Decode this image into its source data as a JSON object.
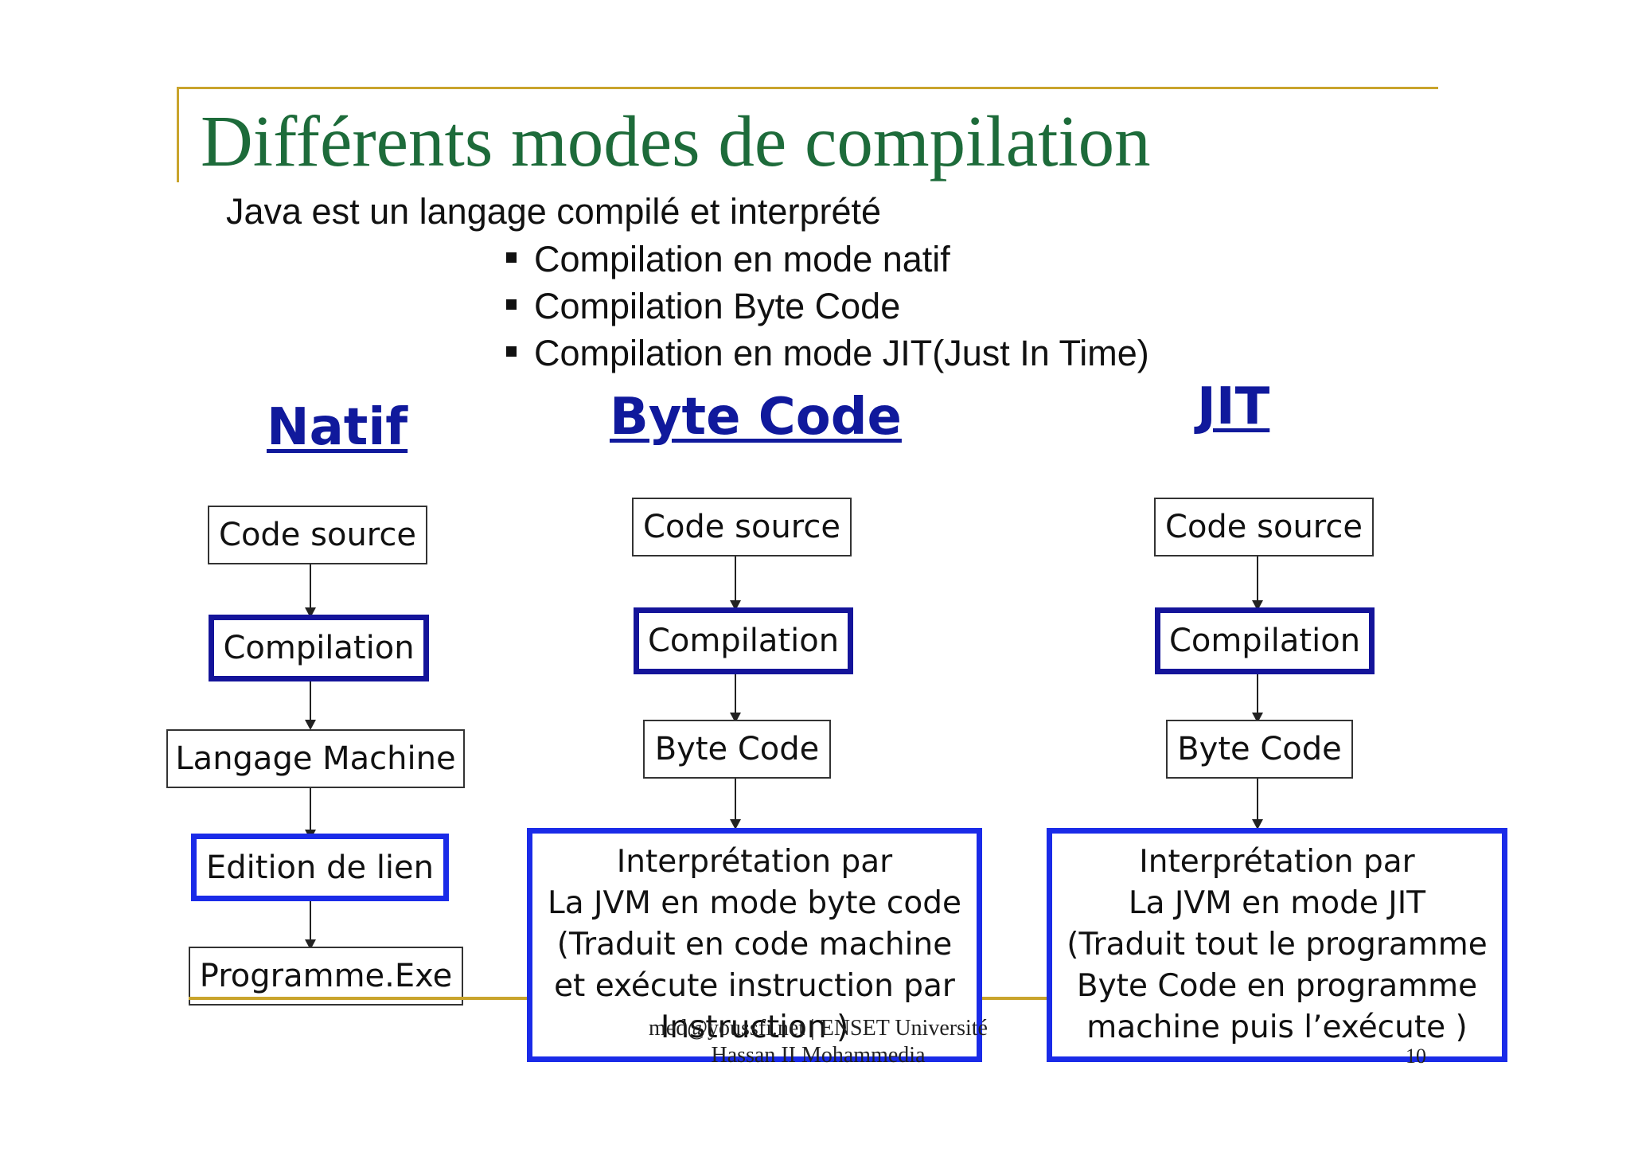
{
  "title": "Différents modes de compilation",
  "subtitle": "Java est un langage compilé et interprété",
  "bullets": [
    "Compilation en mode natif",
    "Compilation Byte Code",
    "Compilation en mode JIT(Just In Time)"
  ],
  "columns": {
    "natif": {
      "heading": "Natif",
      "steps": [
        "Code source",
        "Compilation",
        "Langage Machine",
        "Edition de lien",
        "Programme.Exe"
      ]
    },
    "bytecode": {
      "heading": "Byte Code",
      "steps": [
        "Code source",
        "Compilation",
        "Byte Code"
      ],
      "final_lines": [
        "Interprétation par",
        "La JVM en mode byte code",
        "(Traduit en code machine",
        "et exécute instruction par",
        "Instruction )"
      ]
    },
    "jit": {
      "heading": "JIT",
      "steps": [
        "Code source",
        "Compilation",
        "Byte Code"
      ],
      "final_lines": [
        "Interprétation par",
        "La JVM en mode JIT",
        "(Traduit tout le programme",
        "Byte Code en programme",
        "machine puis l’exécute )"
      ]
    }
  },
  "footer": {
    "line1": "med@youssfi.net | ENSET Université",
    "line2": "Hassan II Mohammedia",
    "page_number": "10"
  },
  "colors": {
    "title": "#1d6b3a",
    "heading": "#10199c",
    "rule": "#c9a42c",
    "dark_border": "#14149a",
    "blue_border": "#1a2be8"
  }
}
